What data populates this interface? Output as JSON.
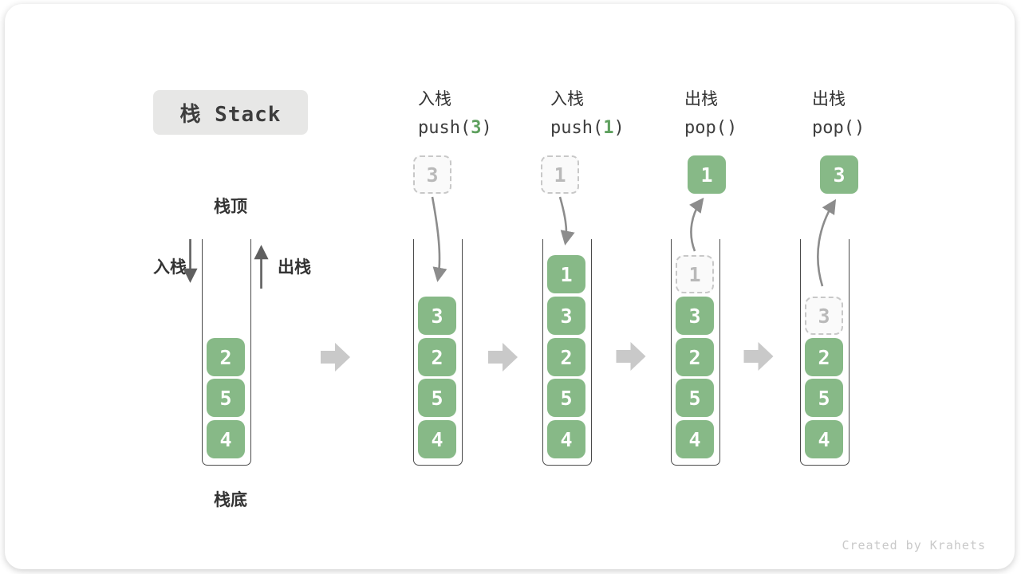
{
  "title": "栈 Stack",
  "watermark": "Created by Krahets",
  "labels": {
    "stack_top": "栈顶",
    "stack_bottom": "栈底",
    "push_side": "入栈",
    "pop_side": "出栈"
  },
  "colors": {
    "element_green": "#87b987",
    "step_arrow_gray": "#c9c9c9",
    "flow_arrow_gray": "#8c8c8c",
    "ghost_gray": "#b9b9b9",
    "code_arg_green": "#5ea05e"
  },
  "columns": [
    {
      "name": "initial",
      "cells": [
        "2",
        "5",
        "4"
      ]
    },
    {
      "name": "push-3",
      "header_label": "入栈",
      "code_pre": "push(",
      "code_arg": "3",
      "code_post": ")",
      "floater": "3",
      "cells": [
        "3",
        "2",
        "5",
        "4"
      ]
    },
    {
      "name": "push-1",
      "header_label": "入栈",
      "code_pre": "push(",
      "code_arg": "1",
      "code_post": ")",
      "floater": "1",
      "cells": [
        "1",
        "3",
        "2",
        "5",
        "4"
      ]
    },
    {
      "name": "pop-1",
      "header_label": "出栈",
      "code_pre": "pop()",
      "code_arg": "",
      "code_post": "",
      "floater": "1",
      "ghost": "1",
      "cells": [
        "3",
        "2",
        "5",
        "4"
      ]
    },
    {
      "name": "pop-3",
      "header_label": "出栈",
      "code_pre": "pop()",
      "code_arg": "",
      "code_post": "",
      "floater": "3",
      "ghost": "3",
      "cells": [
        "2",
        "5",
        "4"
      ]
    }
  ]
}
